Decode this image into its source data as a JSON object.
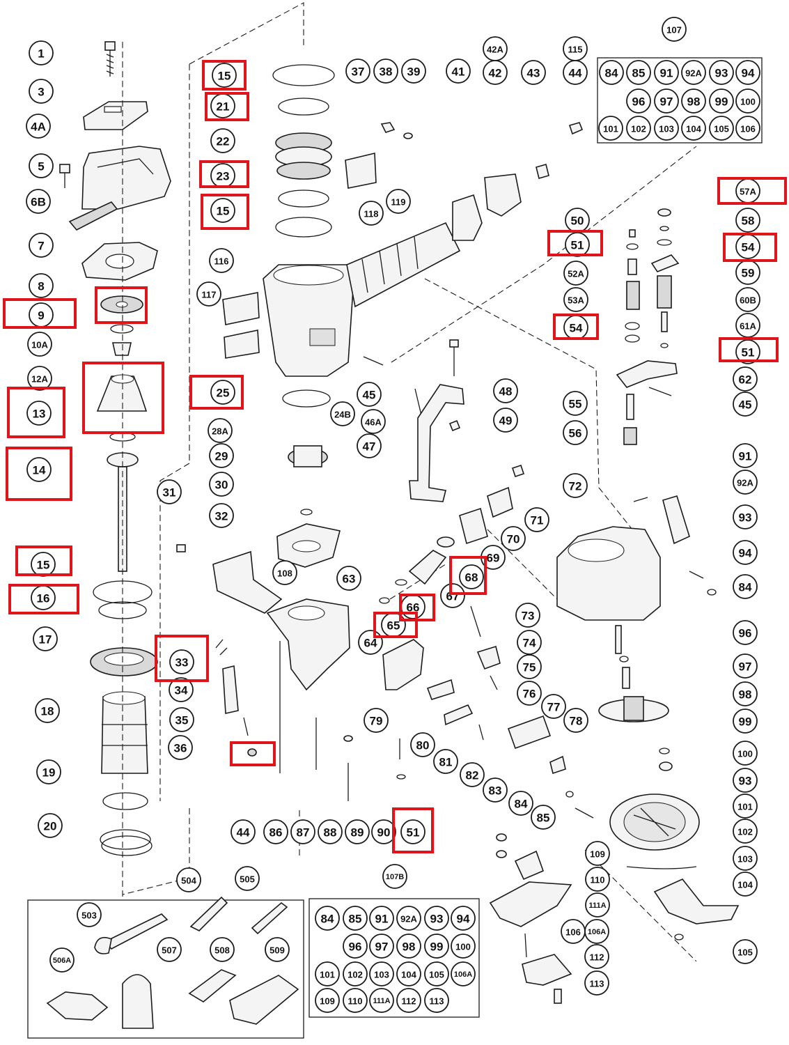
{
  "colors": {
    "highlight": "#e0141b",
    "ink": "#1a1a1a",
    "background": "#ffffff"
  },
  "callouts": {
    "c1": "1",
    "c3": "3",
    "c4A": "4A",
    "c5": "5",
    "c6B": "6B",
    "c7": "7",
    "c8": "8",
    "c9": "9",
    "c10A": "10A",
    "c12A": "12A",
    "c13": "13",
    "c14": "14",
    "c15a": "15",
    "c16": "16",
    "c17": "17",
    "c18": "18",
    "c19": "19",
    "c20": "20",
    "c15b": "15",
    "c21": "21",
    "c22": "22",
    "c23": "23",
    "c15c": "15",
    "c116": "116",
    "c117": "117",
    "c25": "25",
    "c28A": "28A",
    "c29": "29",
    "c30": "30",
    "c31": "31",
    "c32": "32",
    "c33": "33",
    "c34": "34",
    "c35": "35",
    "c36": "36",
    "c108": "108",
    "c63": "63",
    "c24B": "24B",
    "c37": "37",
    "c38": "38",
    "c39": "39",
    "c41": "41",
    "c42A": "42A",
    "c42": "42",
    "c43": "43",
    "c115": "115",
    "c44a": "44",
    "c118": "118",
    "c119": "119",
    "c45a": "45",
    "c46A": "46A",
    "c47": "47",
    "c48": "48",
    "c49": "49",
    "c107": "107",
    "k84": "84",
    "k85": "85",
    "k91": "91",
    "k92A": "92A",
    "k93": "93",
    "k94": "94",
    "k96": "96",
    "k97": "97",
    "k98": "98",
    "k99": "99",
    "k100": "100",
    "k101": "101",
    "k102": "102",
    "k103": "103",
    "k104": "104",
    "k105": "105",
    "k106": "106",
    "c57A": "57A",
    "c58": "58",
    "c54a": "54",
    "c59": "59",
    "c60B": "60B",
    "c61A": "61A",
    "c51a": "51",
    "c62": "62",
    "c45b": "45",
    "c50": "50",
    "c51b": "51",
    "c52A": "52A",
    "c53A": "53A",
    "c54b": "54",
    "c55": "55",
    "c56": "56",
    "c72": "72",
    "c71": "71",
    "c70": "70",
    "c69": "69",
    "c68": "68",
    "c67": "67",
    "c66": "66",
    "c65": "65",
    "c64": "64",
    "c73": "73",
    "c74": "74",
    "c75": "75",
    "c76": "76",
    "c77": "77",
    "c78": "78",
    "c79": "79",
    "c80": "80",
    "c81": "81",
    "c82": "82",
    "c83": "83",
    "c44b": "44",
    "c86": "86",
    "c87": "87",
    "c88": "88",
    "c89": "89",
    "c90": "90",
    "c51c": "51",
    "c91": "91",
    "c92A": "92A",
    "c93a": "93",
    "c94": "94",
    "c84a": "84",
    "c96": "96",
    "c97": "97",
    "c98": "98",
    "c99": "99",
    "c100": "100",
    "c93b": "93",
    "c101": "101",
    "c102": "102",
    "c103": "103",
    "c104": "104",
    "c105": "105",
    "c84b": "84",
    "c85": "85",
    "c109": "109",
    "c110": "110",
    "c111A": "111A",
    "c106": "106",
    "c106A": "106A",
    "c112": "112",
    "c113": "113",
    "c503": "503",
    "c504": "504",
    "c505": "505",
    "c506A": "506A",
    "c507": "507",
    "c508": "508",
    "c509": "509",
    "c107B": "107B",
    "b84": "84",
    "b85": "85",
    "b91": "91",
    "b92A": "92A",
    "b93": "93",
    "b94": "94",
    "b96": "96",
    "b97": "97",
    "b98": "98",
    "b99": "99",
    "b100": "100",
    "b101": "101",
    "b102": "102",
    "b103": "103",
    "b104": "104",
    "b105": "105",
    "b106A": "106A",
    "b109": "109",
    "b110": "110",
    "b111A": "111A",
    "b112": "112",
    "b113": "113"
  }
}
